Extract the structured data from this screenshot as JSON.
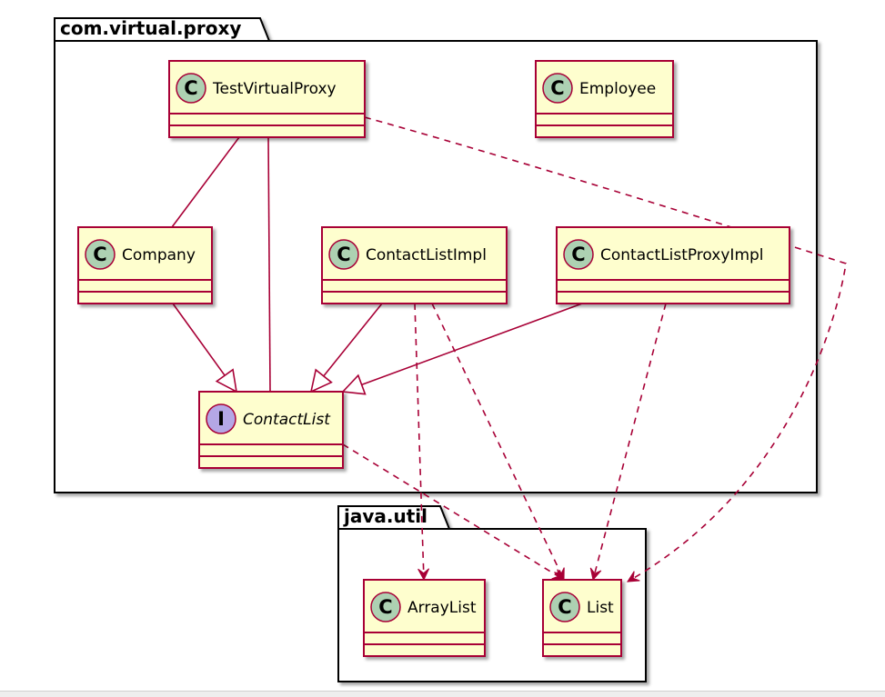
{
  "colors": {
    "class_fill": "#FEFECE",
    "class_border": "#A80036",
    "class_badge": "#ADD1B2",
    "interface_badge": "#B4A7E5",
    "package_fill": "#FFFFFF",
    "package_border": "#000000",
    "edge": "#A80036"
  },
  "packages": [
    {
      "id": "pkg_virtual",
      "label": "com.virtual.proxy"
    },
    {
      "id": "pkg_util",
      "label": "java.util"
    }
  ],
  "classes": [
    {
      "id": "TestVirtualProxy",
      "label": "TestVirtualProxy",
      "kind": "class",
      "badge": "C"
    },
    {
      "id": "Employee",
      "label": "Employee",
      "kind": "class",
      "badge": "C"
    },
    {
      "id": "Company",
      "label": "Company",
      "kind": "class",
      "badge": "C"
    },
    {
      "id": "ContactListImpl",
      "label": "ContactListImpl",
      "kind": "class",
      "badge": "C"
    },
    {
      "id": "ContactListProxyImpl",
      "label": "ContactListProxyImpl",
      "kind": "class",
      "badge": "C"
    },
    {
      "id": "ContactList",
      "label": "ContactList",
      "kind": "interface",
      "badge": "I"
    },
    {
      "id": "ArrayList",
      "label": "ArrayList",
      "kind": "class",
      "badge": "C"
    },
    {
      "id": "List",
      "label": "List",
      "kind": "class",
      "badge": "C"
    }
  ],
  "edges": [
    {
      "from": "TestVirtualProxy",
      "to": "Company",
      "type": "association"
    },
    {
      "from": "TestVirtualProxy",
      "to": "ContactList",
      "type": "association"
    },
    {
      "from": "TestVirtualProxy",
      "to": "List",
      "type": "dependency"
    },
    {
      "from": "Company",
      "to": "ContactList",
      "type": "realization"
    },
    {
      "from": "ContactListImpl",
      "to": "ContactList",
      "type": "realization"
    },
    {
      "from": "ContactListProxyImpl",
      "to": "ContactList",
      "type": "realization"
    },
    {
      "from": "ContactListImpl",
      "to": "ArrayList",
      "type": "dependency"
    },
    {
      "from": "ContactListImpl",
      "to": "List",
      "type": "dependency"
    },
    {
      "from": "ContactListProxyImpl",
      "to": "List",
      "type": "dependency"
    },
    {
      "from": "ContactList",
      "to": "List",
      "type": "dependency"
    }
  ]
}
